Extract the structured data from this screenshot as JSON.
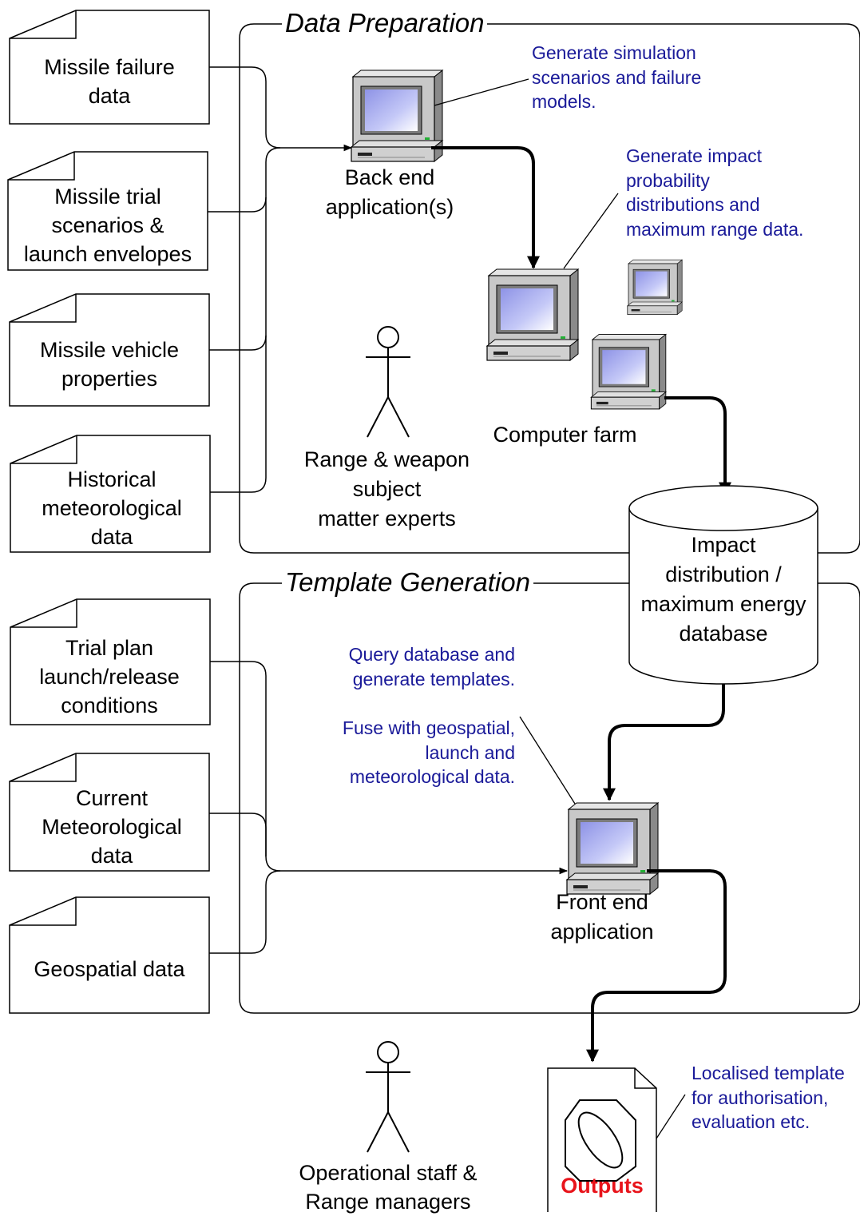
{
  "sections": {
    "data_preparation": "Data Preparation",
    "template_generation": "Template Generation"
  },
  "inputs_preparation": [
    {
      "lines": [
        "Missile failure",
        "data"
      ]
    },
    {
      "lines": [
        "Missile trial",
        "scenarios &",
        "launch envelopes"
      ]
    },
    {
      "lines": [
        "Missile vehicle",
        "properties"
      ]
    },
    {
      "lines": [
        "Historical",
        "meteorological",
        "data"
      ]
    }
  ],
  "inputs_template": [
    {
      "lines": [
        "Trial plan",
        "launch/release",
        "conditions"
      ]
    },
    {
      "lines": [
        "Current",
        "Meteorological",
        "data"
      ]
    },
    {
      "lines": [
        "Geospatial data"
      ]
    }
  ],
  "nodes": {
    "back_end": [
      "Back end",
      "application(s)"
    ],
    "computer_farm": "Computer farm",
    "smes": [
      "Range & weapon",
      "subject",
      "matter experts"
    ],
    "database": [
      "Impact",
      "distribution /",
      "maximum energy",
      "database"
    ],
    "front_end": [
      "Front end",
      "application"
    ],
    "operational_staff": [
      "Operational staff &",
      "Range managers"
    ],
    "outputs": "Outputs"
  },
  "annotations": {
    "simulation": [
      "Generate simulation",
      "scenarios and failure",
      "models."
    ],
    "impact": [
      "Generate impact",
      "probability",
      "distributions and",
      "maximum range data."
    ],
    "query": [
      "Query database and",
      "generate templates."
    ],
    "fuse": [
      "Fuse with geospatial,",
      "launch and",
      "meteorological data."
    ],
    "localised": [
      "Localised template",
      "for authorisation,",
      "evaluation etc."
    ]
  },
  "colors": {
    "annotation_text": "#1a1a99",
    "outputs_text": "#e8141b",
    "screen": "#b8bdf5",
    "monitor_body": "#c0c0c0"
  }
}
